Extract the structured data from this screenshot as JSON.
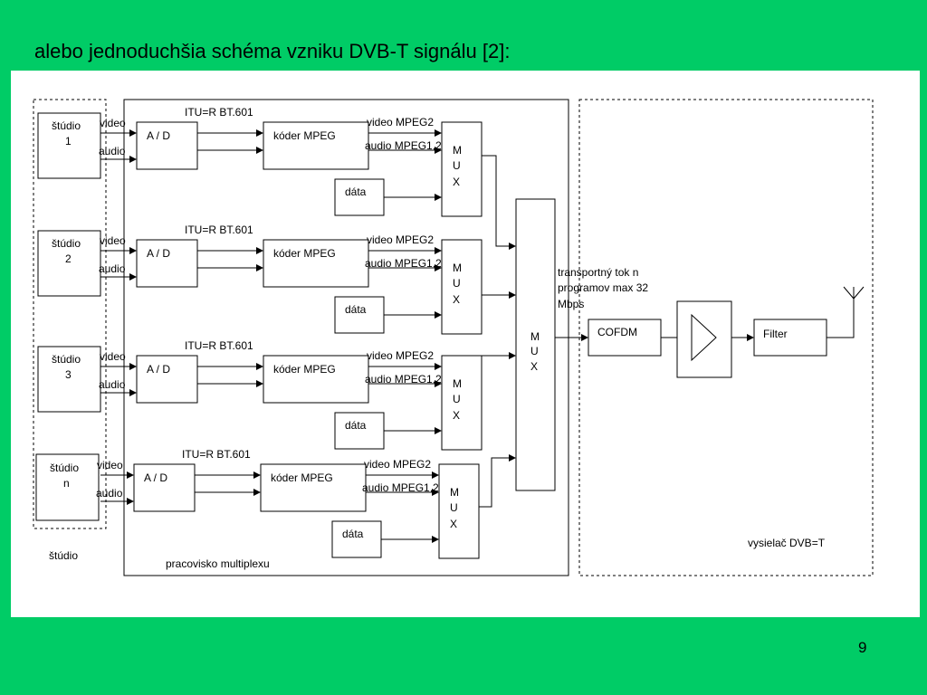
{
  "slide": {
    "title": "alebo jednoduchšia schéma vzniku DVB-T signálu [2]:",
    "page_number": "9"
  },
  "diagram": {
    "studio_group_label": "štúdio",
    "multiplex_label": "pracovisko multiplexu",
    "transmitter_label": "vysielač DVB=T",
    "itu_label": "ITU=R BT.601",
    "video_label": "video",
    "audio_label": "audio",
    "ad_label": "A / D",
    "encoder_label": "kóder MPEG",
    "video_mpeg_label": "video MPEG2",
    "audio_mpeg_label": "audio MPEG1,2",
    "data_label": "dáta",
    "mux_letters": [
      "M",
      "U",
      "X"
    ],
    "studios": [
      {
        "line1": "štúdio",
        "line2": "1"
      },
      {
        "line1": "štúdio",
        "line2": "2"
      },
      {
        "line1": "štúdio",
        "line2": "3"
      },
      {
        "line1": "štúdio",
        "line2": "n"
      }
    ],
    "transport_label": [
      "transportný tok n",
      "programov max 32",
      "Mbps"
    ],
    "cofdm_label": "COFDM",
    "amplifier": "amplifier-triangle-icon",
    "filter_label": "Filter",
    "antenna": "antenna-icon"
  }
}
